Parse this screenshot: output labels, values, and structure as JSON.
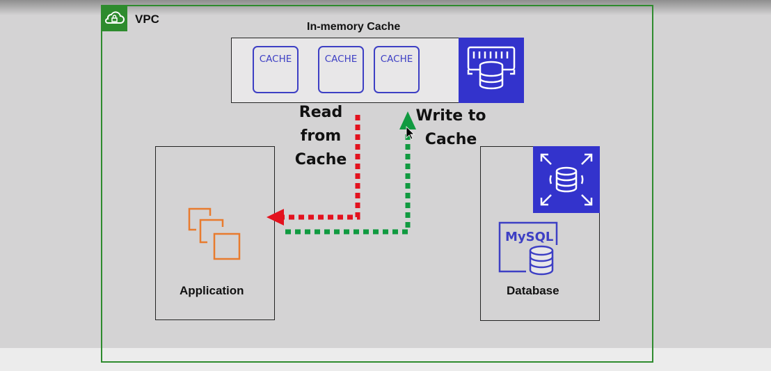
{
  "vpc": {
    "label": "VPC",
    "border_color": "#2e8b2e"
  },
  "cache": {
    "title": "In-memory Cache",
    "nodes": [
      "CACHE",
      "CACHE",
      "CACHE"
    ],
    "node_color": "#3d3fc4",
    "service_color": "#3333cc",
    "service_icon": "elasticache-icon"
  },
  "application": {
    "label": "Application",
    "icon": "ec2-instances-icon",
    "icon_color": "#e87b2e"
  },
  "database": {
    "label": "Database",
    "engine_label": "MySQL",
    "engine_icon": "mysql-database-icon",
    "rds_icon": "rds-icon"
  },
  "flows": {
    "read": {
      "lines": [
        "Read",
        "from",
        "Cache"
      ],
      "color": "#e3121e"
    },
    "write": {
      "lines": [
        "Write to",
        "Cache"
      ],
      "color": "#109a40"
    }
  }
}
